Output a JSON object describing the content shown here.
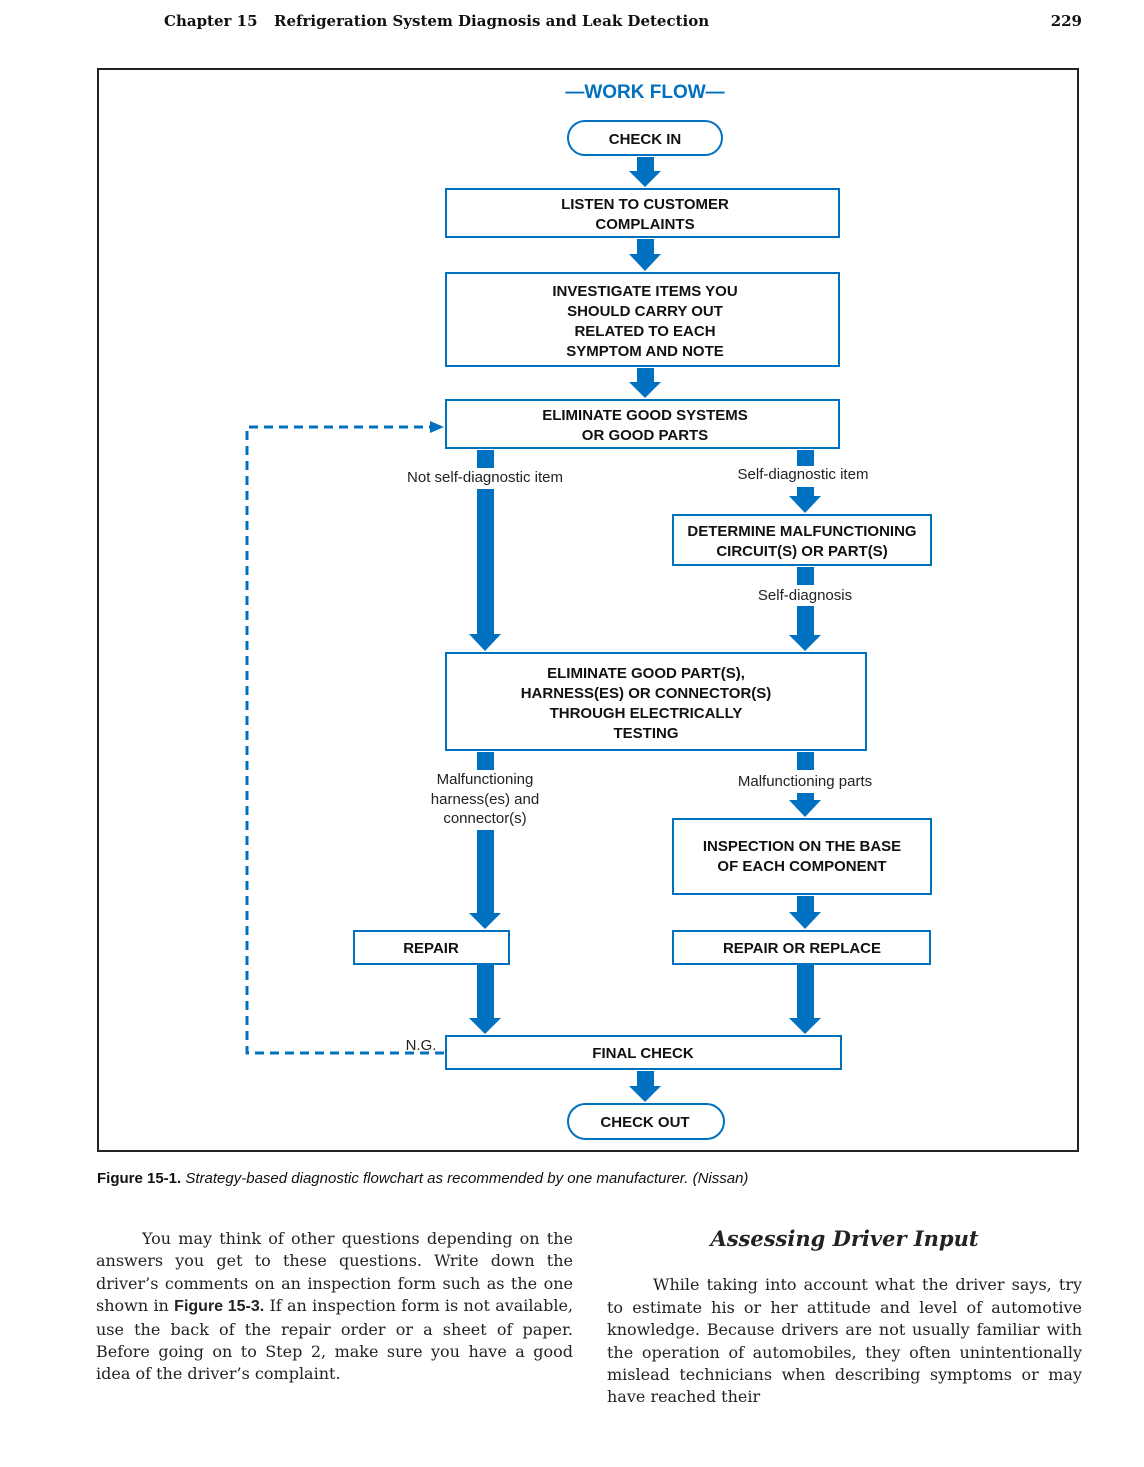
{
  "header": {
    "chapter": "Chapter 15",
    "title": "Refrigeration System Diagnosis and Leak Detection",
    "page_number": "229"
  },
  "flowchart": {
    "title": "—WORK FLOW—",
    "colors": {
      "accent": "#0070c0",
      "box_border": "#0070c0",
      "text": "#111111"
    },
    "nodes": {
      "check_in": "CHECK IN",
      "listen": [
        "LISTEN TO CUSTOMER",
        "COMPLAINTS"
      ],
      "investigate": [
        "INVESTIGATE ITEMS YOU",
        "SHOULD CARRY OUT",
        "RELATED TO EACH",
        "SYMPTOM AND NOTE"
      ],
      "eliminate_systems": [
        "ELIMINATE GOOD SYSTEMS",
        "OR GOOD PARTS"
      ],
      "determine": [
        "DETERMINE MALFUNCTIONING",
        "CIRCUIT(S) OR PART(S)"
      ],
      "eliminate_parts": [
        "ELIMINATE GOOD PART(S),",
        "HARNESS(ES) OR CONNECTOR(S)",
        "THROUGH ELECTRICALLY",
        "TESTING"
      ],
      "inspection": [
        "INSPECTION ON THE BASE",
        "OF EACH COMPONENT"
      ],
      "repair": "REPAIR",
      "repair_replace": "REPAIR OR REPLACE",
      "final_check": "FINAL CHECK",
      "check_out": "CHECK OUT"
    },
    "labels": {
      "not_self_diag": "Not self-diagnostic item",
      "self_diag_item": "Self-diagnostic item",
      "self_diagnosis": "Self-diagnosis",
      "malf_harness": [
        "Malfunctioning",
        "harness(es) and",
        "connector(s)"
      ],
      "malf_parts": "Malfunctioning parts",
      "ng": "N.G."
    }
  },
  "caption": {
    "label": "Figure 15-1.",
    "text": "Strategy-based diagnostic flowchart as recommended by one manufacturer. (Nissan)"
  },
  "left_column": {
    "p1_before": "You may think of other questions depending on the answers you get to these questions. Write down the driver’s comments on an inspection form such as the one shown in",
    "p1_ref": "Figure 15-3.",
    "p1_after": "If an inspection form is not available, use the back of the repair order or a sheet of paper. Before going on to Step 2, make sure you have a good idea of the driver’s complaint."
  },
  "right_column": {
    "heading": "Assessing Driver Input",
    "p1": "While taking into account what the driver says, try to estimate his or her attitude and level of automotive knowledge. Because drivers are not usually familiar with the operation of automobiles, they often unintentionally mislead technicians when describing symptoms or may have reached their"
  }
}
